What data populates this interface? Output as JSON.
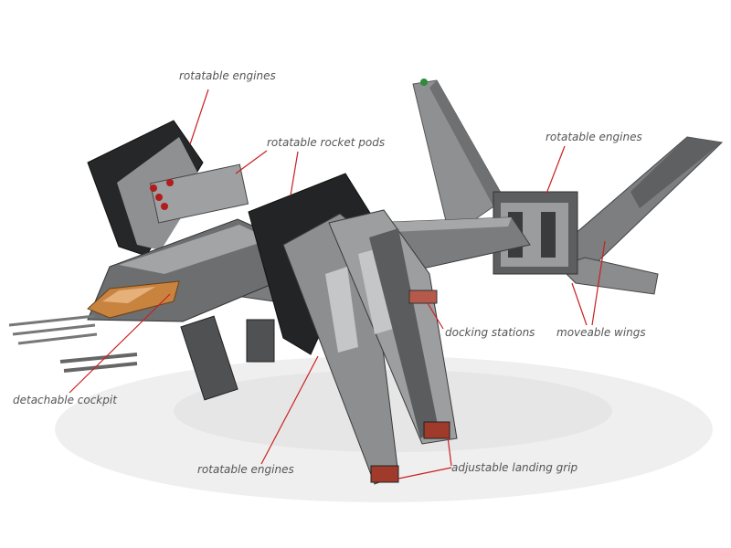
{
  "colors": {
    "background": "#ffffff",
    "leader_line": "#cc1f1f",
    "label_text": "#555555",
    "hull_dark": "#2b2b2b",
    "hull_mid": "#6e7072",
    "hull_light": "#a9abad",
    "cockpit": "#c8833f",
    "rocket_tips": "#b11c1c"
  },
  "labels": {
    "engines_top_left": "rotatable engines",
    "rocket_pods": "rotatable rocket pods",
    "engines_top_right": "rotatable engines",
    "docking_stations": "docking stations",
    "moveable_wings": "moveable wings",
    "detachable_cockpit": "detachable cockpit",
    "engines_bottom": "rotatable engines",
    "landing_grip": "adjustable landing grip"
  }
}
